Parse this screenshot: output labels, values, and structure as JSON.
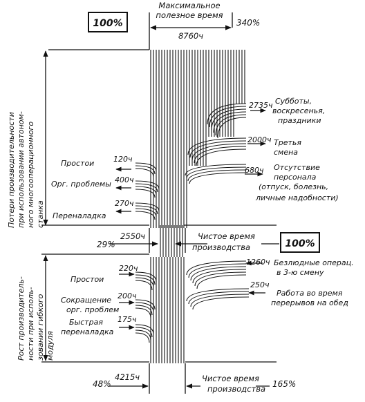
{
  "top": {
    "badge": "100%",
    "title_line1": "Максимальное",
    "title_line2": "полезное время",
    "hours": "8760ч",
    "pct": "340%"
  },
  "left_brackets": {
    "top_label": [
      "Потери производительности",
      "при использовании автоном-",
      "ного многооперационного",
      "станка"
    ],
    "bottom_label": [
      "Рост производитель-",
      "ности при исполь-",
      "зовании гибкого",
      "модуля"
    ]
  },
  "losses_right": [
    {
      "hours": "2735ч",
      "label": [
        "Субботы,",
        "воскресенья,",
        "праздники"
      ]
    },
    {
      "hours": "2000ч",
      "label": [
        "Третья",
        "смена"
      ]
    },
    {
      "hours": "680ч",
      "label": [
        "Отсутствие",
        "персонала",
        "(отпуск, болезнь,",
        "личные надобности)"
      ]
    }
  ],
  "losses_left": [
    {
      "label": "Простои",
      "hours": "120ч"
    },
    {
      "label": "Орг. проблемы",
      "hours": "400ч"
    },
    {
      "label": "Переналадка",
      "hours": "270ч"
    }
  ],
  "middle": {
    "pct_left": "29%",
    "hours": "2550ч",
    "label_line1": "Чистое время",
    "label_line2": "производства",
    "badge": "100%"
  },
  "gains_left": [
    {
      "label": [
        "Простои"
      ],
      "hours": "220ч"
    },
    {
      "label": [
        "Сокращение",
        "орг. проблем"
      ],
      "hours": "200ч"
    },
    {
      "label": [
        "Быстрая",
        "переналадка"
      ],
      "hours": "175ч"
    }
  ],
  "gains_right": [
    {
      "hours": "1260ч",
      "label": [
        "Безлюдные операц.",
        "в 3-ю смену"
      ]
    },
    {
      "hours": "250ч",
      "label": [
        "Работа во время",
        "перерывов на обед"
      ]
    }
  ],
  "bottom": {
    "pct_left": "48%",
    "hours": "4215ч",
    "label_line1": "Чистое время",
    "label_line2": "производства",
    "pct_right": "165%"
  }
}
